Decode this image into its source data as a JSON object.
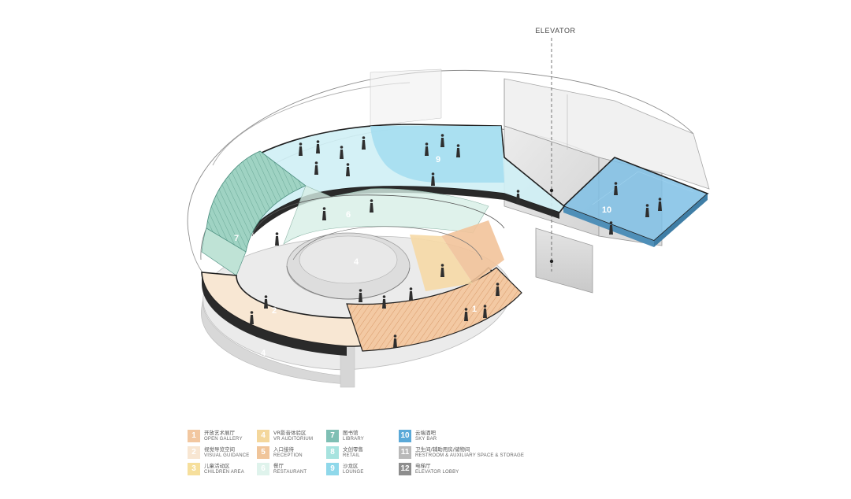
{
  "diagram": {
    "elevator_label": "ELEVATOR",
    "zone_labels": {
      "lounge": "9",
      "sky_bar": "10",
      "restaurant_zone": "6",
      "auditorium": "4",
      "open_gallery": "1",
      "visual_guidance": "2",
      "library": "7",
      "lower_floor": "4"
    }
  },
  "legend": [
    {
      "num": "1",
      "cn": "开放艺术展厅",
      "en": "OPEN GALLERY",
      "color": "#f2c7a0"
    },
    {
      "num": "2",
      "cn": "视觉导览空间",
      "en": "VISUAL GUIDANCE",
      "color": "#f8e6d2"
    },
    {
      "num": "3",
      "cn": "儿童活动区",
      "en": "CHILDREN AREA",
      "color": "#f6df9c"
    },
    {
      "num": "4",
      "cn": "VR影音体验区",
      "en": "VR AUDITORIUM",
      "color": "#f4d79c"
    },
    {
      "num": "5",
      "cn": "入口接待",
      "en": "RECEPTION",
      "color": "#f0c59a"
    },
    {
      "num": "6",
      "cn": "餐厅",
      "en": "RESTAURANT",
      "color": "#dff3ec"
    },
    {
      "num": "7",
      "cn": "图书馆",
      "en": "LIBRARY",
      "color": "#7fbfb4"
    },
    {
      "num": "8",
      "cn": "文创零售",
      "en": "RETAIL",
      "color": "#a7e3df"
    },
    {
      "num": "9",
      "cn": "沙龙区",
      "en": "LOUNGE",
      "color": "#8fd8ea"
    },
    {
      "num": "10",
      "cn": "云端酒吧",
      "en": "SKY BAR",
      "color": "#5aa9d8"
    },
    {
      "num": "11",
      "cn": "卫生间/辅助用房/储物间",
      "en": "RESTROOM & AUXILIARY SPACE & STORAGE",
      "color": "#b9b9b9"
    },
    {
      "num": "12",
      "cn": "电梯厅",
      "en": "ELEVATOR LOBBY",
      "color": "#8d8d8d"
    }
  ]
}
